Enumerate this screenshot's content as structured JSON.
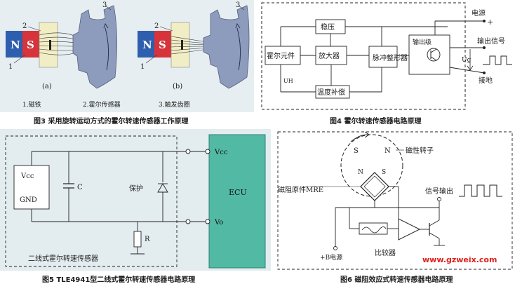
{
  "figure3": {
    "caption": "图3 采用旋转运动方式的霍尔转速传感器工作原理",
    "magnet_n": "N",
    "magnet_s": "S",
    "label_a": "(a)",
    "label_b": "(b)",
    "num1": "1",
    "num2": "2",
    "num3": "3",
    "legend1": "1.磁铁",
    "legend2": "2.霍尔传感器",
    "legend3": "3.触发齿圈"
  },
  "figure4": {
    "caption": "图4 霍尔转速传感器电路原理",
    "power": "电源",
    "plus": "+",
    "regulator": "稳压",
    "output_stage": "输出级",
    "output_signal": "输出信号",
    "hall_element": "霍尔元件",
    "amplifier": "放大器",
    "pulse_shaper": "脉冲整形器",
    "ug": "Ug",
    "uh": "UH",
    "temp_comp": "温度补偿",
    "ground": "接地"
  },
  "figure5": {
    "caption": "图5 TLE4941型二线式霍尔转速传感器电路原理",
    "vcc_inner": "Vcc",
    "gnd": "GND",
    "c": "C",
    "protect": "保护",
    "r": "R",
    "vcc_outer": "Vcc",
    "vo": "Vo",
    "ecu": "ECU",
    "sensor_label": "二线式霍尔转速传感器"
  },
  "figure6": {
    "caption": "图6 磁阻效应式转速传感器电路原理",
    "s_top": "S",
    "n_top": "N",
    "magnetic_rotor": "磁性转子",
    "n_mid": "N",
    "s_mid": "S",
    "mre": "磁阻原件MRE",
    "signal_out": "信号输出",
    "b_power": "+B电源",
    "comparator": "比较器",
    "watermark": "www.gzweix.com"
  }
}
